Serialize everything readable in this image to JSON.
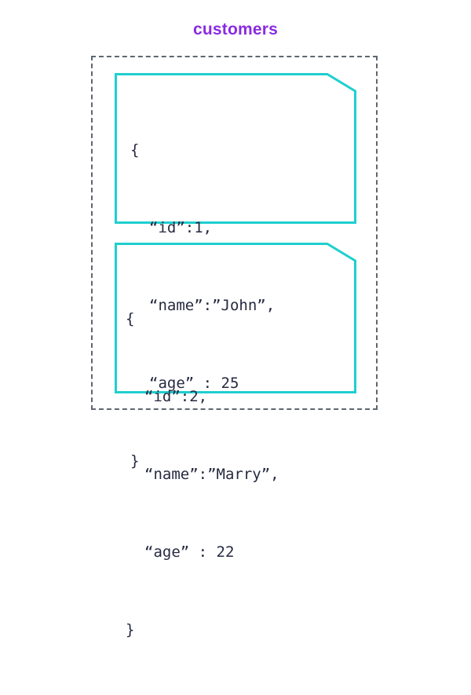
{
  "title": "customers",
  "colors": {
    "title": "#8a2be2",
    "document_border": "#1fcfcf",
    "collection_border": "#5f6770",
    "code_text": "#262a40"
  },
  "documents": [
    {
      "open_brace": "{",
      "lines": [
        "“id”:1,",
        "“name”:”John”,",
        "“age” : 25"
      ],
      "close_brace": "}"
    },
    {
      "open_brace": "{",
      "lines": [
        "“id”:2,",
        "“name”:”Marry”,",
        "“age” : 22"
      ],
      "close_brace": "}"
    }
  ]
}
